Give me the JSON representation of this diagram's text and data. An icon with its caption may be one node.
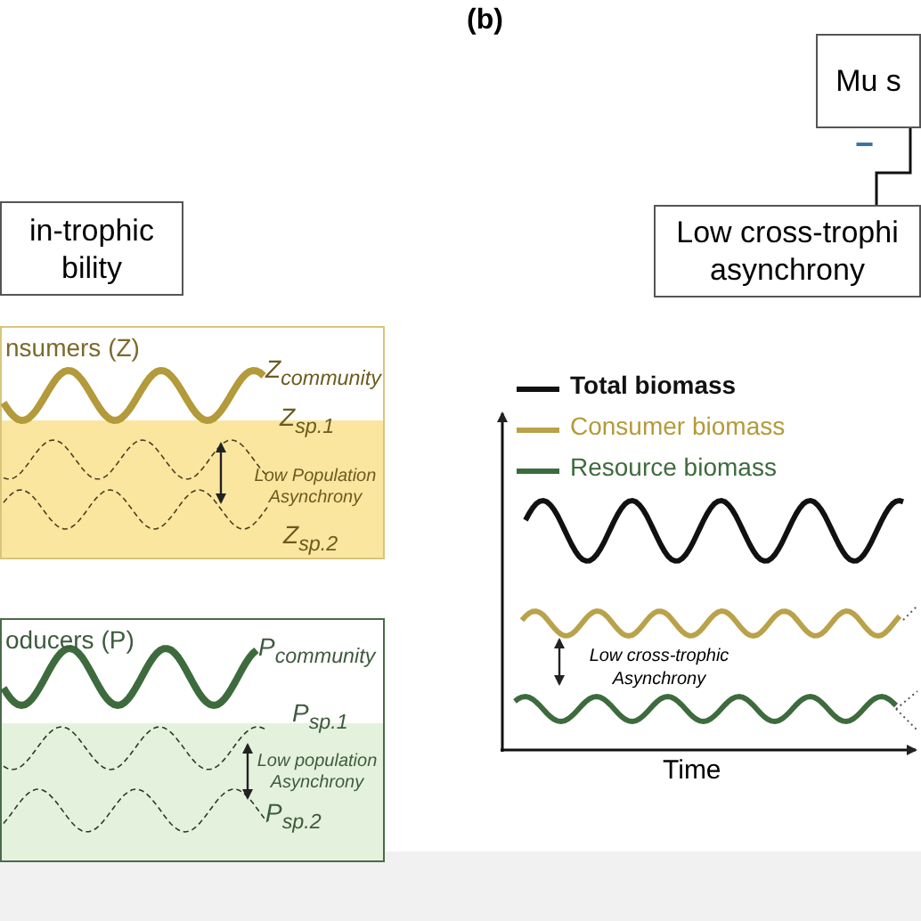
{
  "diagram": {
    "nodes": [
      {
        "text": [
          "in-trophic bility"
        ]
      },
      {
        "text": [
          "nsumers (Z)",
          "Z$_{community}$",
          "Z$_{sp.1}$",
          "Low Population Asynchrony",
          "Z$_{sp.2}$"
        ]
      },
      {
        "text": [
          "oducers (P)",
          "P$_{community}$",
          "P$_{sp.1}$",
          "Low population Asynchrony",
          "P$_{sp.2}$"
        ]
      },
      {
        "text": [
          "Mu s"
        ]
      },
      {
        "text": [
          "Low cross-trophi asynchrony"
        ]
      }
    ],
    "edges": [
      {
        "from": 3,
        "to": 4,
        "arrow": "none",
        "label": "−"
      }
    ],
    "labels": [
      "(b)",
      "Low cross-trophic Asynchrony",
      "Time"
    ],
    "legend": [
      {
        "text": "Total biomass"
      },
      {
        "text": "Consumer biomass"
      },
      {
        "text": "Resource biomass"
      }
    ]
  }
}
